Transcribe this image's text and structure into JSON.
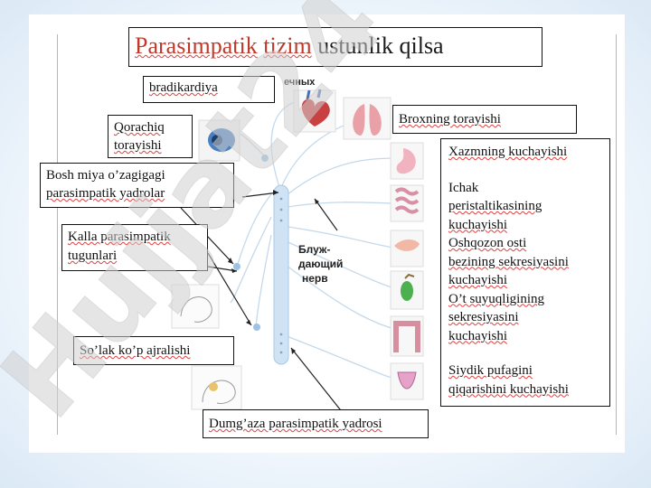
{
  "title": {
    "part1": "Parasimpatik",
    "part2": "tizim",
    "part3": "ustunlik qilsa"
  },
  "labels": {
    "bradikardiya": "bradikardiya",
    "qorachiq": [
      "Qorachiq",
      "torayishi"
    ],
    "bosh_miya": [
      "Bosh miya o’zagigagi",
      "parasimpatik yadrolar"
    ],
    "kalla": [
      "Kalla parasimpatik",
      "tugunlari"
    ],
    "solak": "So’lak ko’p ajralishi",
    "dumgaza": "Dumg’aza parasimpatik yadrosi",
    "broxning": "Broxning torayishi",
    "nerve": [
      "Блуж-",
      "дающий",
      "нерв"
    ],
    "top_ru": "ечных"
  },
  "effects": [
    "Xazmning kuchayishi",
    "Ichak",
    "peristaltikasining",
    "kuchayishi",
    "Oshqozon osti",
    "bezining sekresiyasini",
    "kuchayishi",
    "O’t suyuqligining",
    "sekresiyasini",
    "kuchayishi",
    "Siydik pufagini",
    "qiqarishini kuchayishi"
  ],
  "watermark": "Hujjat24",
  "colors": {
    "watermark": "#d9d9d9",
    "title_red": "#c0392b",
    "spine": "#b9d6ee"
  }
}
